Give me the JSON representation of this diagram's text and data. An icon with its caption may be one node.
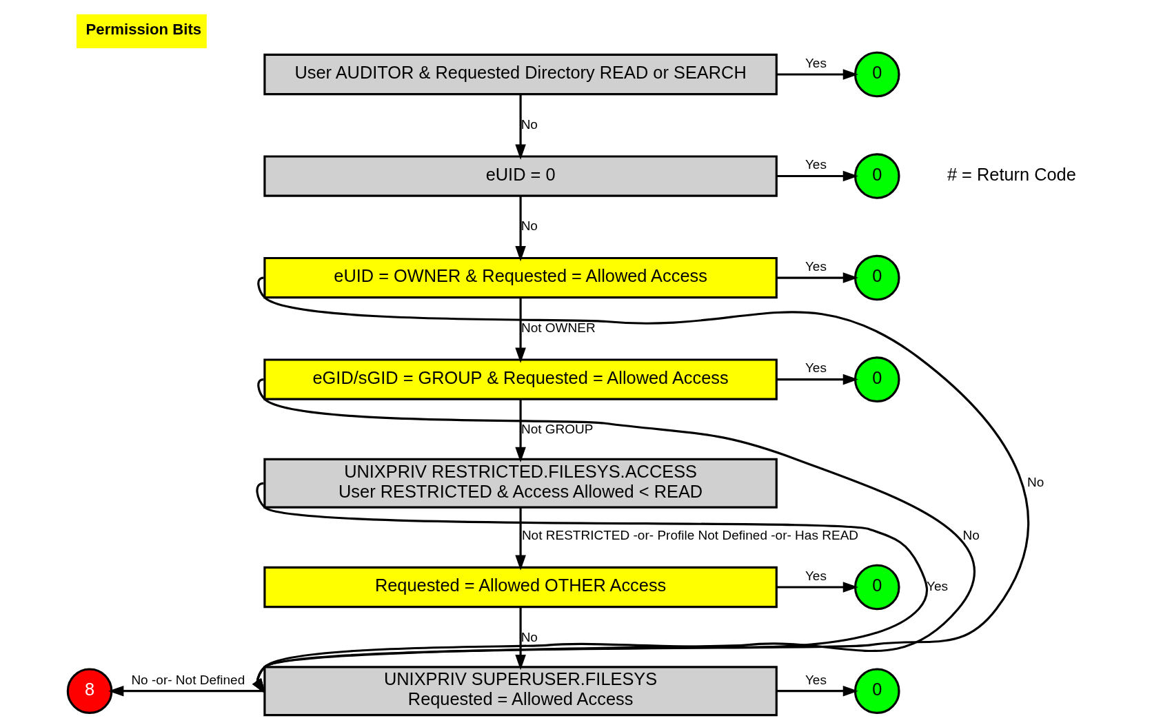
{
  "diagram": {
    "title": "Permission Bits",
    "nodes": [
      {
        "text": [
          "User AUDITOR & Requested Directory READ or SEARCH"
        ]
      },
      {
        "text": [
          "eUID = 0"
        ]
      },
      {
        "text": [
          "eUID = OWNER & Requested = Allowed Access"
        ]
      },
      {
        "text": [
          "eGID/sGID = GROUP & Requested = Allowed Access"
        ]
      },
      {
        "text": [
          "UNIXPRIV RESTRICTED.FILESYS.ACCESS",
          "User RESTRICTED & Access Allowed < READ"
        ]
      },
      {
        "text": [
          "Requested = Allowed OTHER Access"
        ]
      },
      {
        "text": [
          "UNIXPRIV SUPERUSER.FILESYS",
          "Requested = Allowed Access"
        ]
      },
      {
        "text": [
          "0"
        ]
      },
      {
        "text": [
          "0"
        ]
      },
      {
        "text": [
          "0"
        ]
      },
      {
        "text": [
          "0"
        ]
      },
      {
        "text": [
          "0"
        ]
      },
      {
        "text": [
          "0"
        ]
      },
      {
        "text": [
          "8"
        ]
      }
    ],
    "edges": [
      {
        "from": 0,
        "to": 1,
        "arrow": "to",
        "label": "No"
      },
      {
        "from": 1,
        "to": 2,
        "arrow": "to",
        "label": "No"
      },
      {
        "from": 2,
        "to": 3,
        "arrow": "to",
        "label": "Not OWNER"
      },
      {
        "from": 3,
        "to": 4,
        "arrow": "to",
        "label": "Not GROUP"
      },
      {
        "from": 4,
        "to": 5,
        "arrow": "to",
        "label": "Not RESTRICTED -or- Profile Not Defined -or- Has READ"
      },
      {
        "from": 2,
        "to": 6,
        "arrow": "to",
        "label": "No"
      },
      {
        "from": 3,
        "to": 6,
        "arrow": "to",
        "label": "No"
      },
      {
        "from": 4,
        "to": 6,
        "arrow": "to",
        "label": "Yes"
      },
      {
        "from": 5,
        "to": 6,
        "arrow": "to",
        "label": "No"
      },
      {
        "from": 0,
        "to": 7,
        "arrow": "to",
        "label": "Yes"
      },
      {
        "from": 1,
        "to": 8,
        "arrow": "to",
        "label": "Yes"
      },
      {
        "from": 2,
        "to": 9,
        "arrow": "to",
        "label": "Yes"
      },
      {
        "from": 3,
        "to": 10,
        "arrow": "to",
        "label": "Yes"
      },
      {
        "from": 5,
        "to": 11,
        "arrow": "to",
        "label": "Yes"
      },
      {
        "from": 6,
        "to": 12,
        "arrow": "to",
        "label": "Yes"
      },
      {
        "from": 6,
        "to": 13,
        "arrow": "to",
        "label": "No -or- Not Defined"
      }
    ],
    "labels": [
      "# = Return Code"
    ]
  }
}
